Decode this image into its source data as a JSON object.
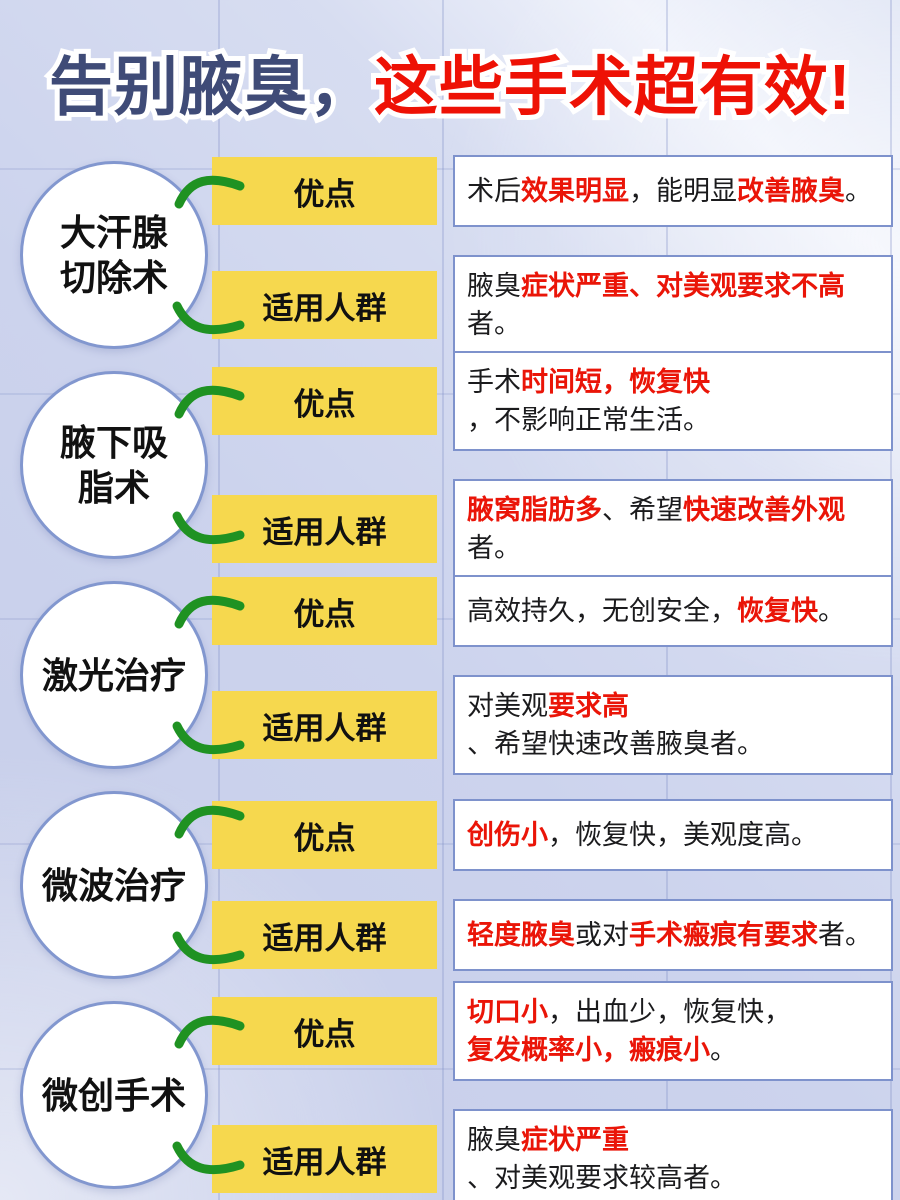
{
  "title": {
    "part_dark": "告别腋臭，",
    "part_red": "这些手术超有效!"
  },
  "tags": {
    "advantage": "优点",
    "audience": "适用人群"
  },
  "colors": {
    "accent_yellow": "#f6d84e",
    "accent_green": "#1f9222",
    "highlight_red": "#ea1508",
    "title_navy": "#3f4b77",
    "title_red": "#ee1105",
    "circle_border": "#8297cf",
    "box_border": "#7e92cc"
  },
  "sections": [
    {
      "name_lines": [
        "大汗腺",
        "切除术"
      ],
      "advantage": [
        {
          "t": "术后",
          "r": false
        },
        {
          "t": "效果明显",
          "r": true
        },
        {
          "t": "，能明显",
          "r": false
        },
        {
          "t": "改善腋臭",
          "r": true
        },
        {
          "t": "。",
          "r": false
        }
      ],
      "audience": [
        {
          "t": "腋臭",
          "r": false
        },
        {
          "t": "症状严重、对美观要求不高",
          "r": true
        },
        {
          "t": "者。",
          "r": false
        }
      ]
    },
    {
      "name_lines": [
        "腋下吸",
        "脂术"
      ],
      "advantage": [
        {
          "t": "手术",
          "r": false
        },
        {
          "t": "时间短，恢复快",
          "r": true
        },
        {
          "t": "，不影响正常生活。",
          "r": false
        }
      ],
      "audience": [
        {
          "t": "腋窝脂肪多",
          "r": true
        },
        {
          "t": "、希望",
          "r": false
        },
        {
          "t": "快速改善外观",
          "r": true
        },
        {
          "t": "者。",
          "r": false
        }
      ]
    },
    {
      "name_lines": [
        "激光治疗"
      ],
      "advantage": [
        {
          "t": "高效持久，无创安全，",
          "r": false
        },
        {
          "t": "恢复快",
          "r": true
        },
        {
          "t": "。",
          "r": false
        }
      ],
      "audience": [
        {
          "t": "对美观",
          "r": false
        },
        {
          "t": "要求高",
          "r": true
        },
        {
          "t": "、希望快速改善腋臭者。",
          "r": false
        }
      ]
    },
    {
      "name_lines": [
        "微波治疗"
      ],
      "advantage": [
        {
          "t": "创伤小",
          "r": true
        },
        {
          "t": "，恢复快，美观度高。",
          "r": false
        }
      ],
      "audience": [
        {
          "t": "轻度腋臭",
          "r": true
        },
        {
          "t": "或对",
          "r": false
        },
        {
          "t": "手术瘢痕有要求",
          "r": true
        },
        {
          "t": "者。",
          "r": false
        }
      ]
    },
    {
      "name_lines": [
        "微创手术"
      ],
      "advantage": [
        {
          "t": "切口小",
          "r": true
        },
        {
          "t": "，出血少，恢复快，",
          "r": false
        },
        {
          "t": "复发概率小，瘢痕小",
          "r": true
        },
        {
          "t": "。",
          "r": false
        }
      ],
      "audience": [
        {
          "t": "腋臭",
          "r": false
        },
        {
          "t": "症状严重",
          "r": true
        },
        {
          "t": "、对美观要求较高者。",
          "r": false
        }
      ]
    }
  ]
}
